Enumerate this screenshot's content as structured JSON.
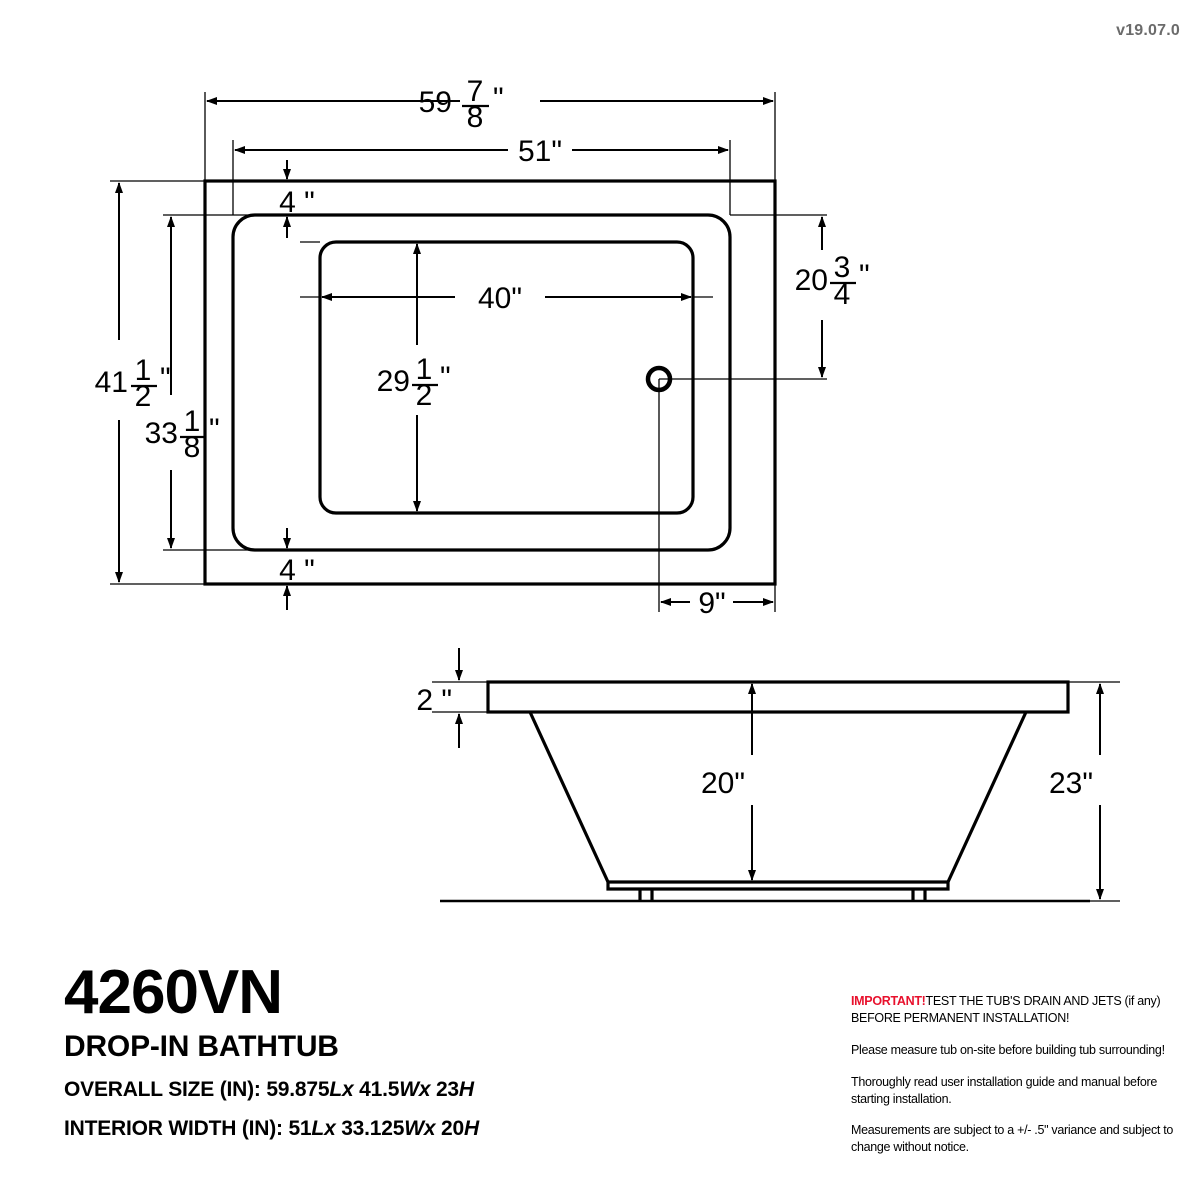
{
  "version": "v19.07.0",
  "title_block": {
    "model_number": "4260VN",
    "product_type": "DROP-IN BATHTUB",
    "overall_size_label": "OVERALL SIZE (IN):",
    "overall_size_value": "59.875",
    "overall_size_l": "L",
    "overall_size_x1": "x",
    "overall_size_w_value": "41.5",
    "overall_size_w": "W",
    "overall_size_x2": "x",
    "overall_size_h_value": "23",
    "overall_size_h": "H",
    "interior_width_label": "INTERIOR WIDTH (IN):",
    "interior_l_value": "51",
    "interior_l": "L",
    "interior_x1": "x",
    "interior_w_value": "33.125",
    "interior_w": "W",
    "interior_x2": "x",
    "interior_h_value": "20",
    "interior_h": "H"
  },
  "notes": {
    "important_tag": "IMPORTANT!",
    "important_text": "TEST THE TUB'S DRAIN AND JETS (if any) BEFORE PERMANENT INSTALLATION!",
    "note_measure": "Please measure tub on-site before building tub surrounding!",
    "note_manual": "Thoroughly read user installation guide and manual before starting installation.",
    "note_variance": "Measurements are subject to a +/- .5\" variance and subject to change without notice."
  },
  "top_view": {
    "overall_length": {
      "whole": "59",
      "num": "7",
      "den": "8",
      "unit": "\""
    },
    "interior_length": {
      "whole": "51\""
    },
    "overall_width": {
      "whole": "41",
      "num": "1",
      "den": "2",
      "unit": "\""
    },
    "interior_width": {
      "whole": "33",
      "num": "1",
      "den": "8",
      "unit": "\""
    },
    "rim_depth_right": {
      "whole": "20",
      "num": "3",
      "den": "4",
      "unit": "\""
    },
    "basin_length": {
      "whole": "40\""
    },
    "basin_width": {
      "whole": "29",
      "num": "1",
      "den": "2",
      "unit": "\""
    },
    "rim_top": {
      "whole": "4 \""
    },
    "rim_bottom": {
      "whole": "4 \""
    },
    "drain_offset": {
      "whole": "9\""
    }
  },
  "side_view": {
    "rim_thickness": {
      "whole": "2 \""
    },
    "interior_depth": {
      "whole": "20\""
    },
    "overall_height": {
      "whole": "23\""
    }
  },
  "colors": {
    "line": "#000000",
    "accent_red": "#e8112d",
    "version_gray": "#6b6b6b",
    "background": "#ffffff"
  }
}
